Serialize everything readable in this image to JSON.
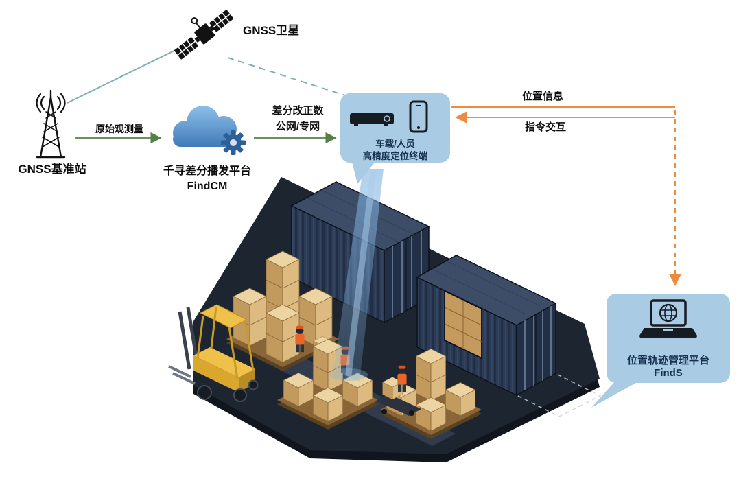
{
  "diagram": {
    "satellite": {
      "label": "GNSS卫星"
    },
    "base_station": {
      "label": "GNSS基准站"
    },
    "cloud": {
      "name": "千寻差分播发平台",
      "product": "FindCM"
    },
    "terminal": {
      "line1": "车载/人员",
      "line2": "高精度定位终端"
    },
    "platform": {
      "name": "位置轨迹管理平台",
      "product": "FindS"
    },
    "edges": {
      "raw_observation": "原始观测量",
      "correction_line1": "差分改正数",
      "correction_line2": "公网/专网",
      "position_info": "位置信息",
      "command_interaction": "指令交互"
    },
    "colors": {
      "bubble_blue": "#a9cbe4",
      "accent_orange": "#ef8b3f",
      "accent_green": "#567f4a",
      "accent_teal": "#7fafb8",
      "cloud_blue": "#3f78b8",
      "platform_navy": "#1d2531",
      "container_blue": "#2c3b55",
      "box_tan": "#dcba80",
      "forklift_yellow": "#efc04a",
      "text_dark": "#16314f"
    },
    "icons": {
      "satellite": "satellite-icon",
      "base_station": "radio-tower-icon",
      "cloud": "cloud-gear-icon",
      "terminal_receiver": "receiver-device-icon",
      "terminal_phone": "smartphone-icon",
      "platform": "laptop-globe-icon"
    }
  }
}
